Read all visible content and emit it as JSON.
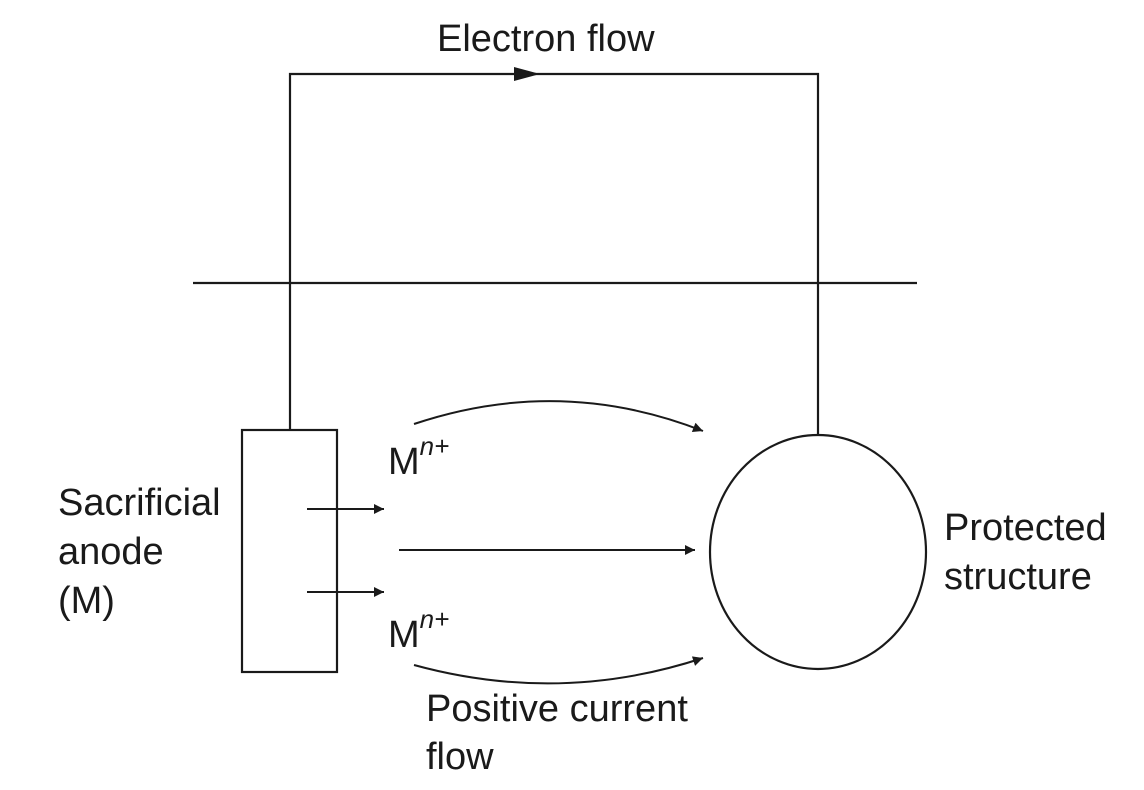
{
  "labels": {
    "electron_flow": "Electron flow",
    "anode_line1": "Sacrificial",
    "anode_line2": "anode",
    "anode_line3": "(M)",
    "ion_base": "M",
    "ion_charge": "n+",
    "structure_line1": "Protected",
    "structure_line2": "structure",
    "current_line1": "Positive current",
    "current_line2": "flow"
  },
  "colors": {
    "stroke": "#1a1a1a",
    "background": "#ffffff"
  }
}
